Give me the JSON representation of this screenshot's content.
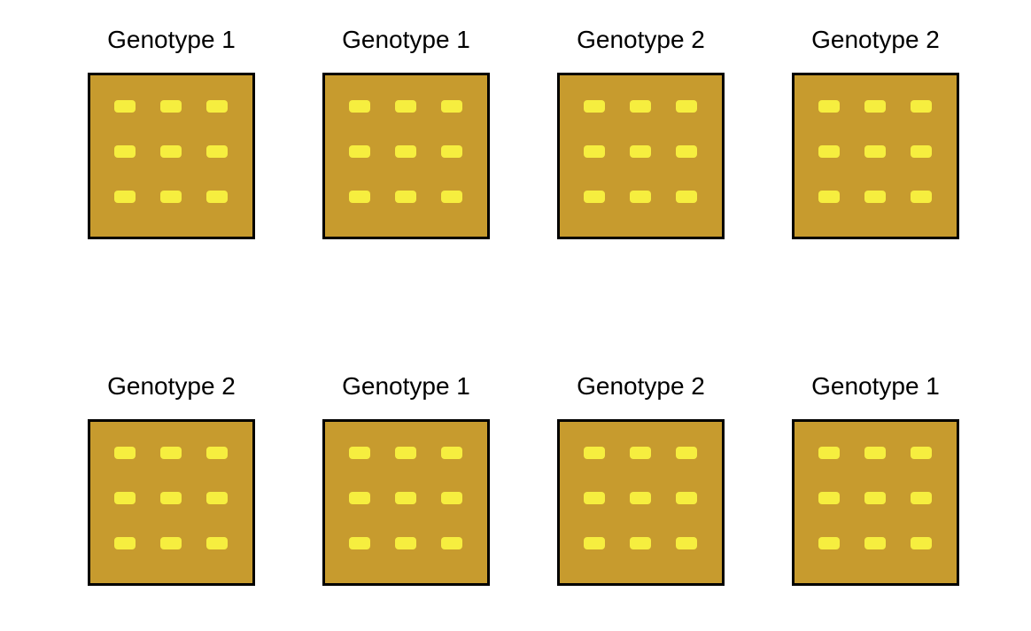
{
  "figure": {
    "background_color": "#ffffff",
    "rows": [
      {
        "panels": [
          {
            "label": "Genotype 1"
          },
          {
            "label": "Genotype 1"
          },
          {
            "label": "Genotype 2"
          },
          {
            "label": "Genotype 2"
          }
        ]
      },
      {
        "panels": [
          {
            "label": "Genotype 2"
          },
          {
            "label": "Genotype 1"
          },
          {
            "label": "Genotype 2"
          },
          {
            "label": "Genotype 1"
          }
        ]
      }
    ],
    "plot": {
      "fill_color": "#C79B2E",
      "border_color": "#000000",
      "seed_color": "#F6EE3F",
      "seed_rows": 3,
      "seed_cols": 3
    }
  }
}
